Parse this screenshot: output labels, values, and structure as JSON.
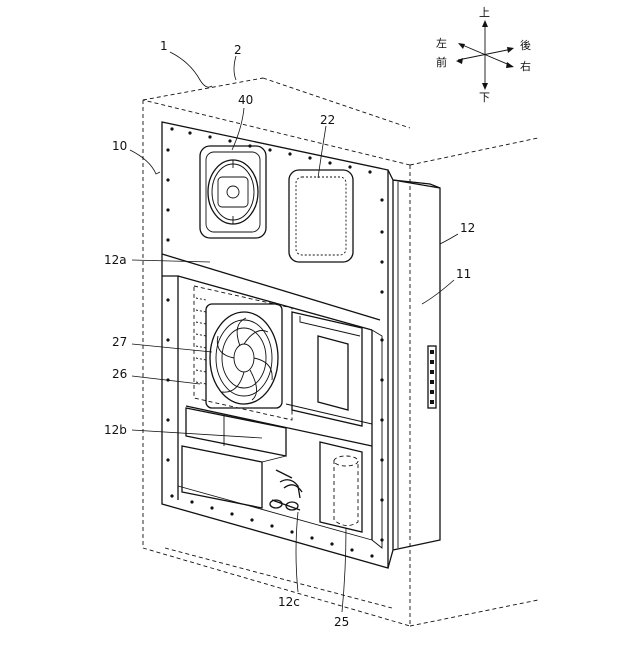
{
  "direction_labels": {
    "up": "上",
    "down": "下",
    "left": "左",
    "front": "前",
    "rear": "後",
    "right": "右"
  },
  "reference_numerals": {
    "n1": "1",
    "n2": "2",
    "n10": "10",
    "n40": "40",
    "n22": "22",
    "n12": "12",
    "n11": "11",
    "n12a": "12a",
    "n27": "27",
    "n26": "26",
    "n12b": "12b",
    "n12c": "12c",
    "n25": "25"
  }
}
